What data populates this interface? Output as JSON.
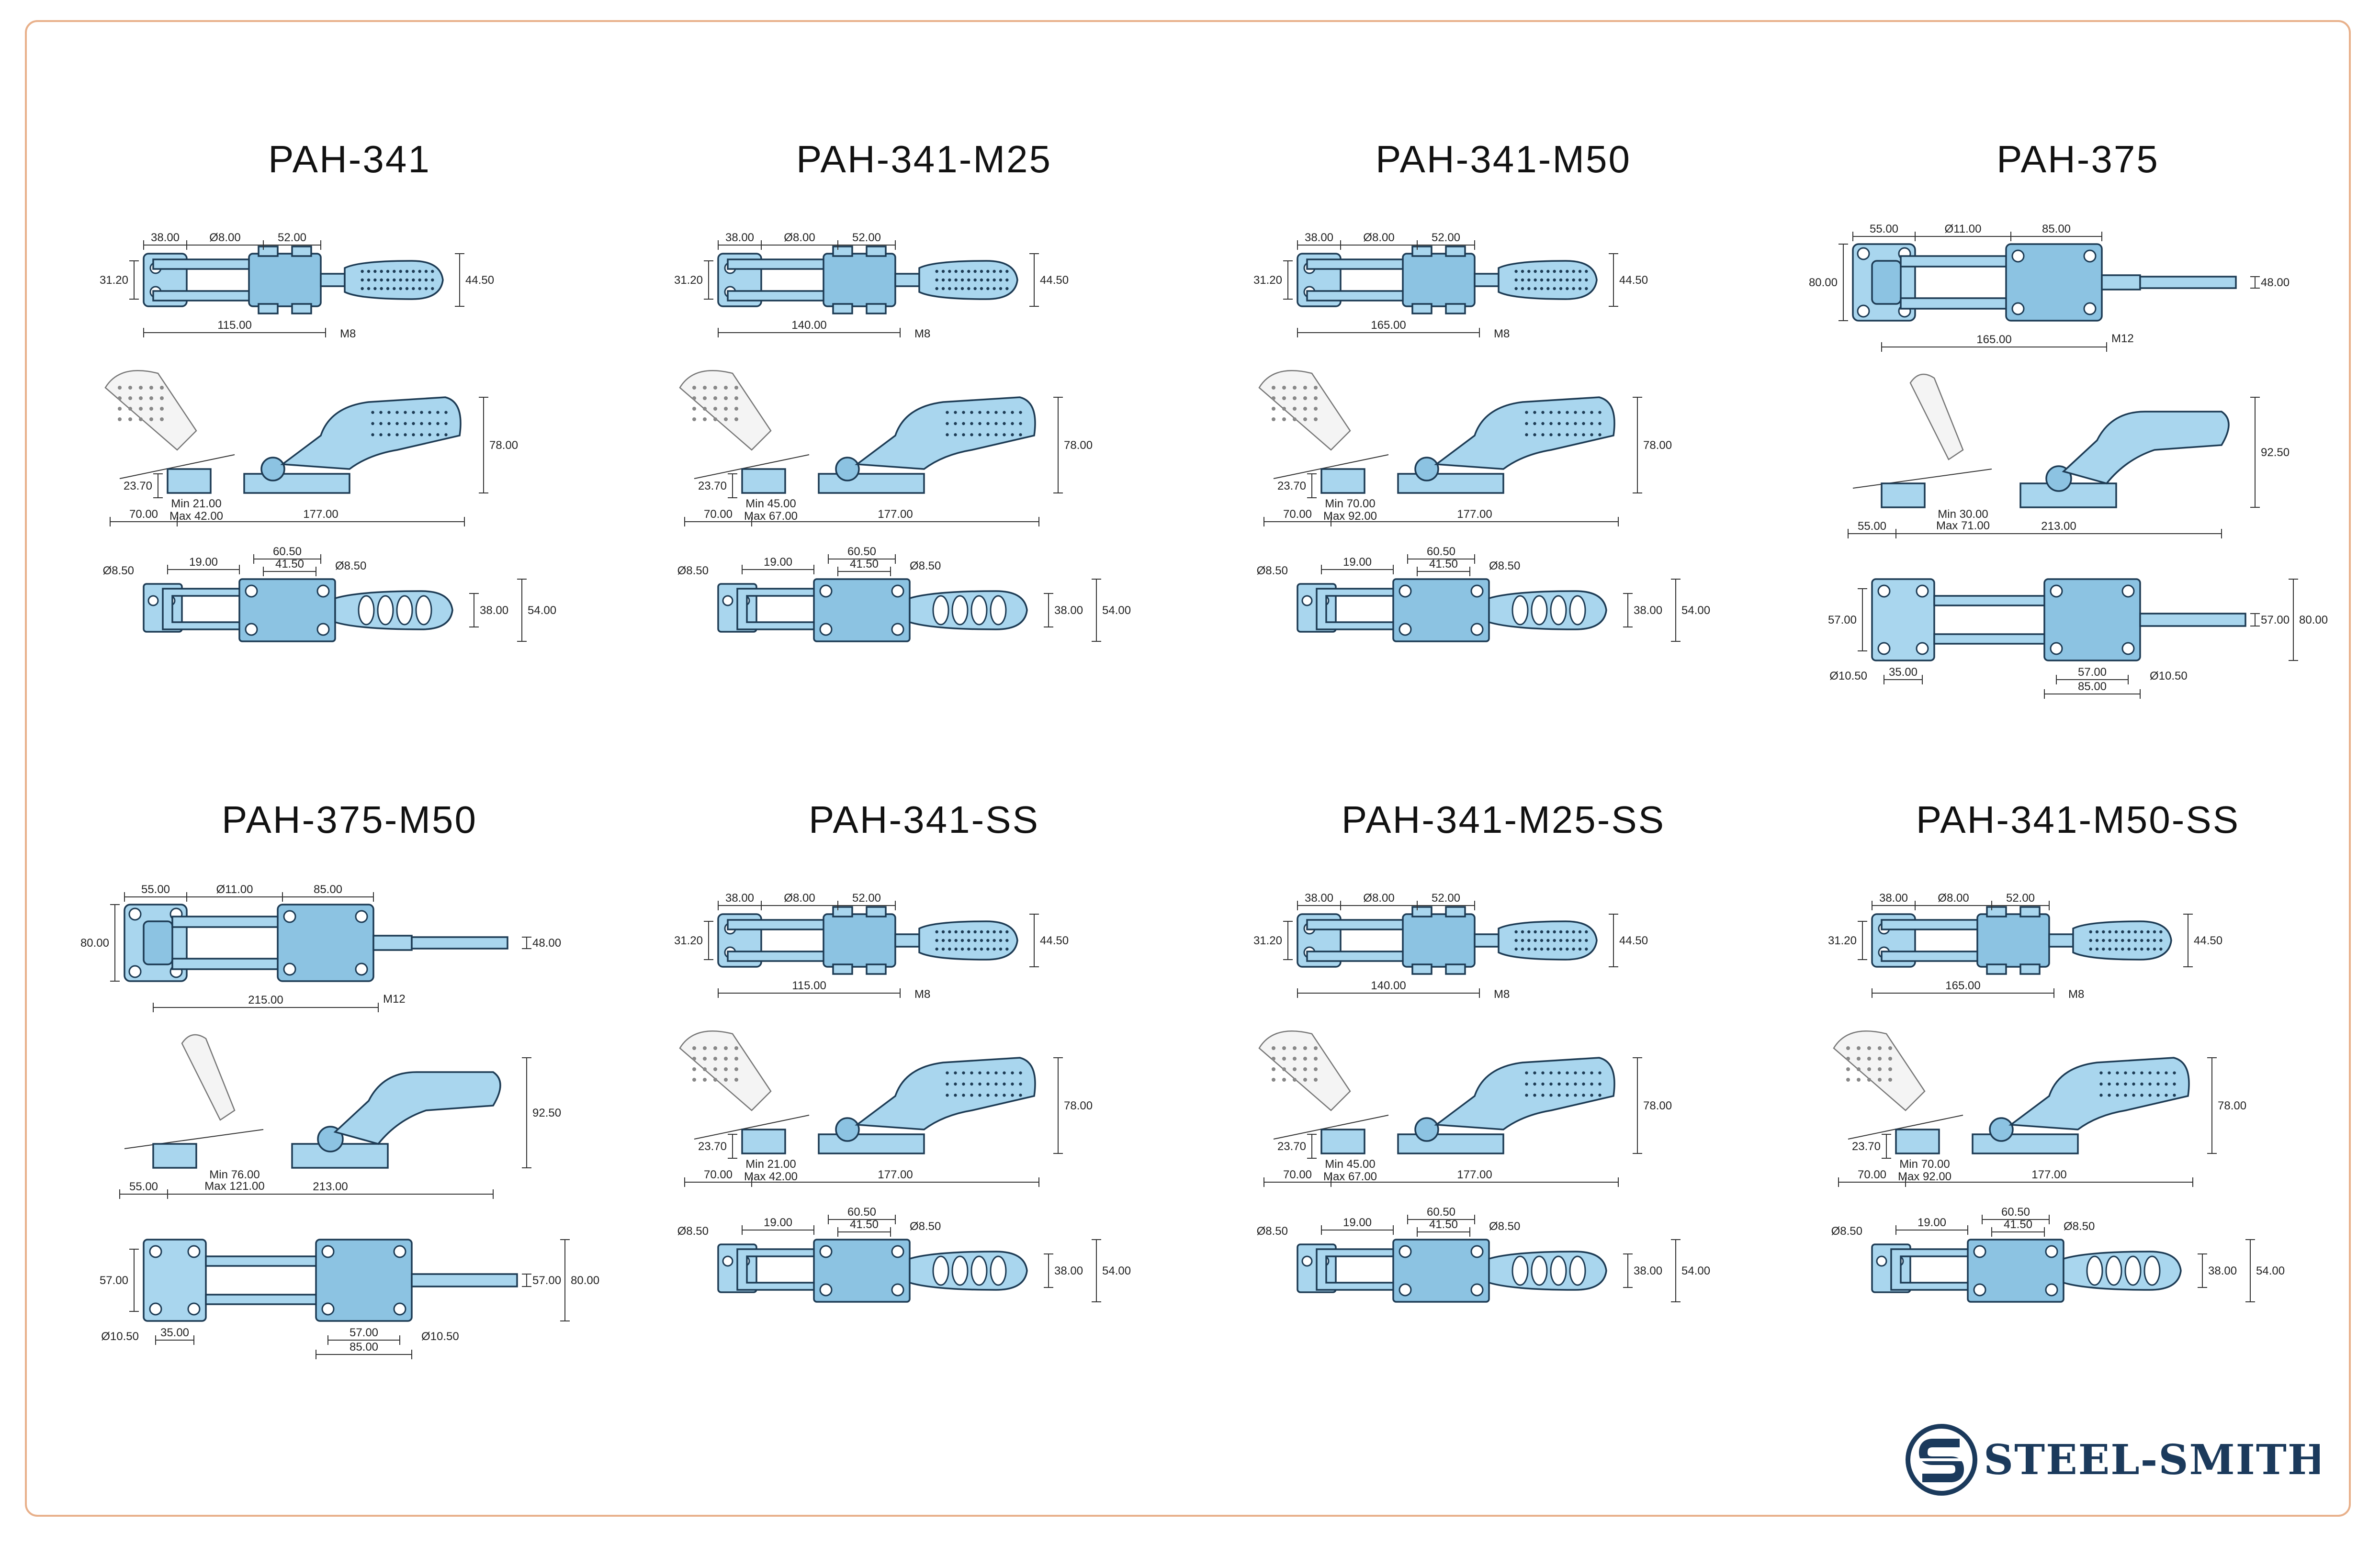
{
  "brand": {
    "name": "STEEL-SMITH",
    "logo_color": "#1b3a5c",
    "frame_color": "#e8b08a"
  },
  "colors": {
    "part_fill": "#a9d6ee",
    "part_stroke": "#1d3b54"
  },
  "panels": [
    {
      "title": "PAH-341",
      "variant": "A",
      "top": {
        "w1": "38.00",
        "hole": "Ø8.00",
        "w2": "52.00",
        "left_h": "31.20",
        "right_h": "44.50",
        "len": "115.00",
        "thread": "M8"
      },
      "side": {
        "height": "78.00",
        "base_h": "23.70",
        "left": "70.00",
        "right": "177.00",
        "min": "Min 21.00",
        "max": "Max 42.00"
      },
      "bottom": {
        "d1": "Ø8.50",
        "w1": "19.00",
        "w2": "60.50",
        "w3": "41.50",
        "d2": "Ø8.50",
        "h1": "38.00",
        "h2": "54.00"
      }
    },
    {
      "title": "PAH-341-M25",
      "variant": "A",
      "top": {
        "w1": "38.00",
        "hole": "Ø8.00",
        "w2": "52.00",
        "left_h": "31.20",
        "right_h": "44.50",
        "len": "140.00",
        "thread": "M8"
      },
      "side": {
        "height": "78.00",
        "base_h": "23.70",
        "left": "70.00",
        "right": "177.00",
        "min": "Min 45.00",
        "max": "Max 67.00"
      },
      "bottom": {
        "d1": "Ø8.50",
        "w1": "19.00",
        "w2": "60.50",
        "w3": "41.50",
        "d2": "Ø8.50",
        "h1": "38.00",
        "h2": "54.00"
      }
    },
    {
      "title": "PAH-341-M50",
      "variant": "A",
      "top": {
        "w1": "38.00",
        "hole": "Ø8.00",
        "w2": "52.00",
        "left_h": "31.20",
        "right_h": "44.50",
        "len": "165.00",
        "thread": "M8"
      },
      "side": {
        "height": "78.00",
        "base_h": "23.70",
        "left": "70.00",
        "right": "177.00",
        "min": "Min 70.00",
        "max": "Max 92.00"
      },
      "bottom": {
        "d1": "Ø8.50",
        "w1": "19.00",
        "w2": "60.50",
        "w3": "41.50",
        "d2": "Ø8.50",
        "h1": "38.00",
        "h2": "54.00"
      }
    },
    {
      "title": "PAH-375",
      "variant": "B",
      "top": {
        "w1": "55.00",
        "hole": "Ø11.00",
        "w2": "85.00",
        "left_h": "80.00",
        "right_h": "48.00",
        "len": "165.00",
        "thread": "M12"
      },
      "side": {
        "height": "92.50",
        "left": "55.00",
        "right": "213.00",
        "min": "Min 30.00",
        "max": "Max 71.00"
      },
      "bottom": {
        "left_h": "57.00",
        "d1": "Ø10.50",
        "w1": "35.00",
        "w2": "57.00",
        "w3": "85.00",
        "d2": "Ø10.50",
        "h1": "57.00",
        "h2": "80.00"
      }
    },
    {
      "title": "PAH-375-M50",
      "variant": "B",
      "top": {
        "w1": "55.00",
        "hole": "Ø11.00",
        "w2": "85.00",
        "left_h": "80.00",
        "right_h": "48.00",
        "len": "215.00",
        "thread": "M12"
      },
      "side": {
        "height": "92.50",
        "left": "55.00",
        "right": "213.00",
        "min": "Min 76.00",
        "max": "Max 121.00"
      },
      "bottom": {
        "left_h": "57.00",
        "d1": "Ø10.50",
        "w1": "35.00",
        "w2": "57.00",
        "w3": "85.00",
        "d2": "Ø10.50",
        "h1": "57.00",
        "h2": "80.00"
      }
    },
    {
      "title": "PAH-341-SS",
      "variant": "A",
      "top": {
        "w1": "38.00",
        "hole": "Ø8.00",
        "w2": "52.00",
        "left_h": "31.20",
        "right_h": "44.50",
        "len": "115.00",
        "thread": "M8"
      },
      "side": {
        "height": "78.00",
        "base_h": "23.70",
        "left": "70.00",
        "right": "177.00",
        "min": "Min 21.00",
        "max": "Max 42.00"
      },
      "bottom": {
        "d1": "Ø8.50",
        "w1": "19.00",
        "w2": "60.50",
        "w3": "41.50",
        "d2": "Ø8.50",
        "h1": "38.00",
        "h2": "54.00"
      }
    },
    {
      "title": "PAH-341-M25-SS",
      "variant": "A",
      "top": {
        "w1": "38.00",
        "hole": "Ø8.00",
        "w2": "52.00",
        "left_h": "31.20",
        "right_h": "44.50",
        "len": "140.00",
        "thread": "M8"
      },
      "side": {
        "height": "78.00",
        "base_h": "23.70",
        "left": "70.00",
        "right": "177.00",
        "min": "Min 45.00",
        "max": "Max 67.00"
      },
      "bottom": {
        "d1": "Ø8.50",
        "w1": "19.00",
        "w2": "60.50",
        "w3": "41.50",
        "d2": "Ø8.50",
        "h1": "38.00",
        "h2": "54.00"
      }
    },
    {
      "title": "PAH-341-M50-SS",
      "variant": "A",
      "top": {
        "w1": "38.00",
        "hole": "Ø8.00",
        "w2": "52.00",
        "left_h": "31.20",
        "right_h": "44.50",
        "len": "165.00",
        "thread": "M8"
      },
      "side": {
        "height": "78.00",
        "base_h": "23.70",
        "left": "70.00",
        "right": "177.00",
        "min": "Min 70.00",
        "max": "Max 92.00"
      },
      "bottom": {
        "d1": "Ø8.50",
        "w1": "19.00",
        "w2": "60.50",
        "w3": "41.50",
        "d2": "Ø8.50",
        "h1": "38.00",
        "h2": "54.00"
      }
    }
  ]
}
